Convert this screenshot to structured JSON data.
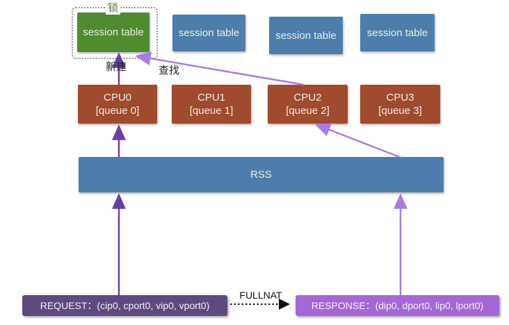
{
  "diagram": {
    "lock_label": "锁",
    "create_label": "新建",
    "lookup_label": "查找",
    "session_tables": [
      {
        "label": "session table",
        "variant": "green"
      },
      {
        "label": "session table",
        "variant": "blue"
      },
      {
        "label": "session table",
        "variant": "blue"
      },
      {
        "label": "session table",
        "variant": "blue"
      }
    ],
    "cpus": [
      {
        "name": "CPU0",
        "queue": "[queue 0]"
      },
      {
        "name": "CPU1",
        "queue": "[queue 1]"
      },
      {
        "name": "CPU2",
        "queue": "[queue 2]"
      },
      {
        "name": "CPU3",
        "queue": "[queue 3]"
      }
    ],
    "rss_label": "RSS",
    "request_label": "REQUEST：(cip0, cport0, vip0, vport0)",
    "response_label": "RESPONSE：(dip0, dport0, lip0, lport0)",
    "fullnat_label": "FULLNAT",
    "arrows": {
      "request_to_rss": "purple-dark",
      "rss_to_cpu0": "purple-dark",
      "cpu0_to_session_table": "purple-dark",
      "response_to_rss": "purple-light",
      "rss_to_cpu2": "purple-light",
      "cpu2_to_session_table": "purple-light",
      "request_to_response": "black-dotted"
    },
    "colors": {
      "session_table_green": "#4e8c2f",
      "session_table_blue": "#4d7dab",
      "cpu_box": "#a04b2d",
      "rss_bar": "#4d7dab",
      "request_box": "#5f4a80",
      "response_box": "#a667d6",
      "arrow_dark": "#6a3fa5",
      "arrow_light": "#a87ce3",
      "lock_text": "#52703c"
    }
  }
}
